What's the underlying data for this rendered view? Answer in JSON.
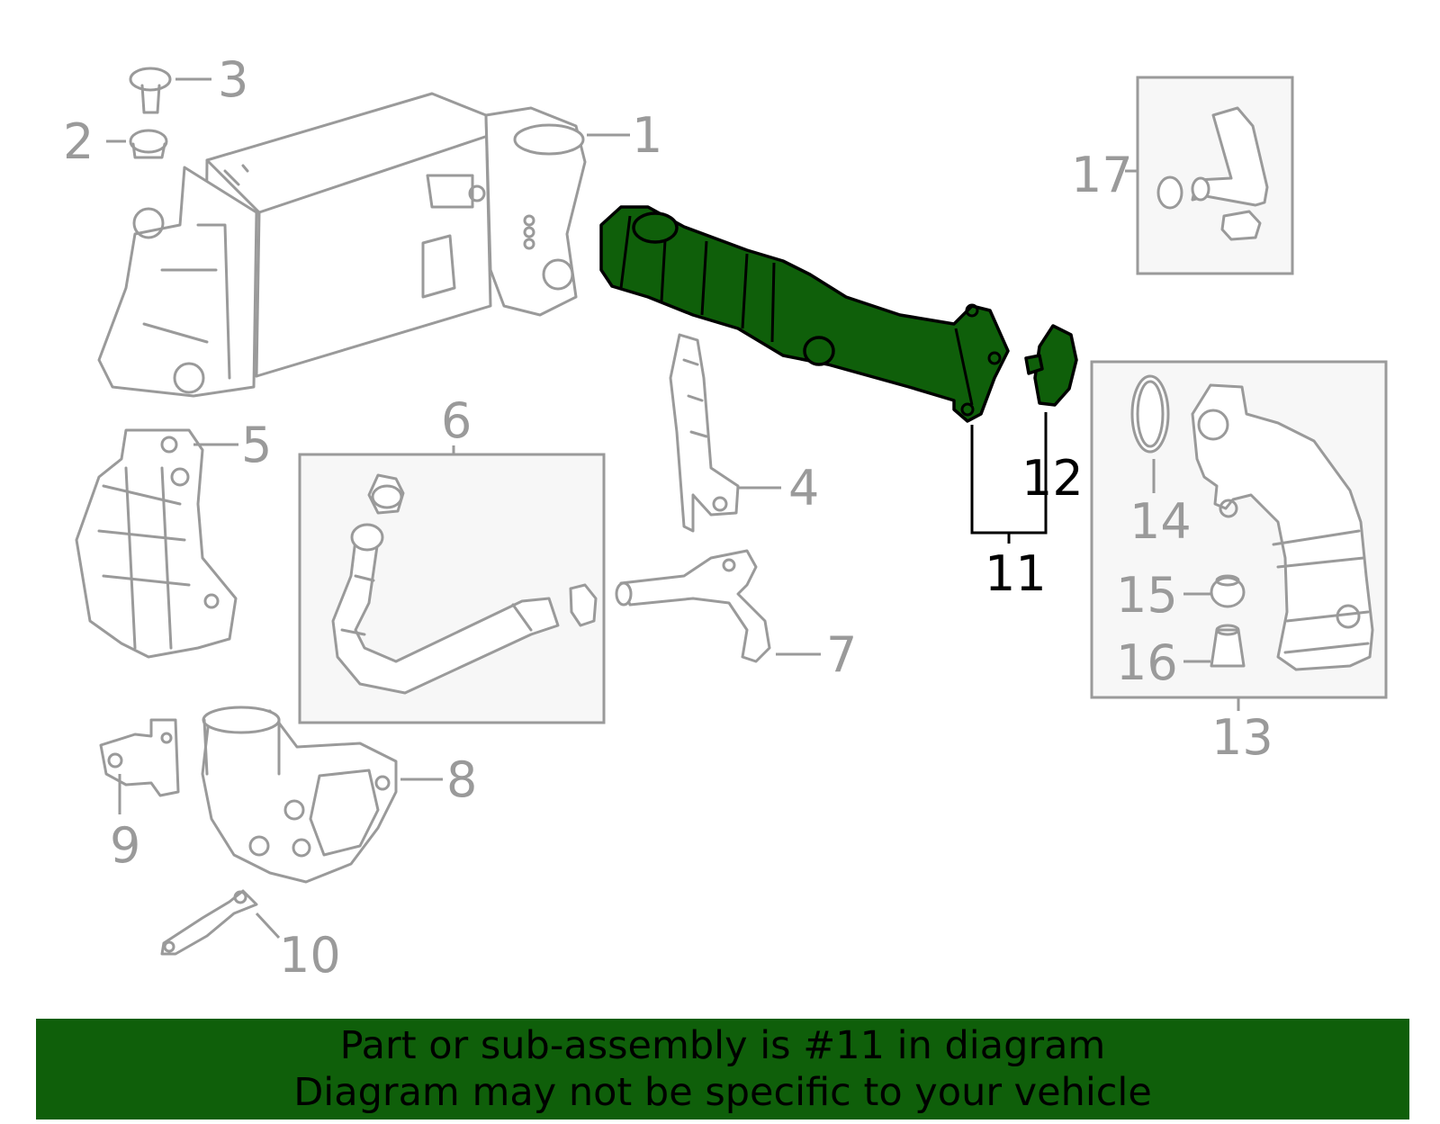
{
  "callouts": {
    "c1": "1",
    "c2": "2",
    "c3": "3",
    "c4": "4",
    "c5": "5",
    "c6": "6",
    "c7": "7",
    "c8": "8",
    "c9": "9",
    "c10": "10",
    "c11": "11",
    "c12": "12",
    "c13": "13",
    "c14": "14",
    "c15": "15",
    "c16": "16",
    "c17": "17"
  },
  "highlight": {
    "part_number": "11",
    "fill_color": "#0f5f0a"
  },
  "colors": {
    "inactive": "#9a9a9a",
    "active": "#000000",
    "banner": "#0f5f0a"
  },
  "banner": {
    "line1": "Part or sub-assembly is #11 in diagram",
    "line2": "Diagram may not be specific to your vehicle"
  }
}
